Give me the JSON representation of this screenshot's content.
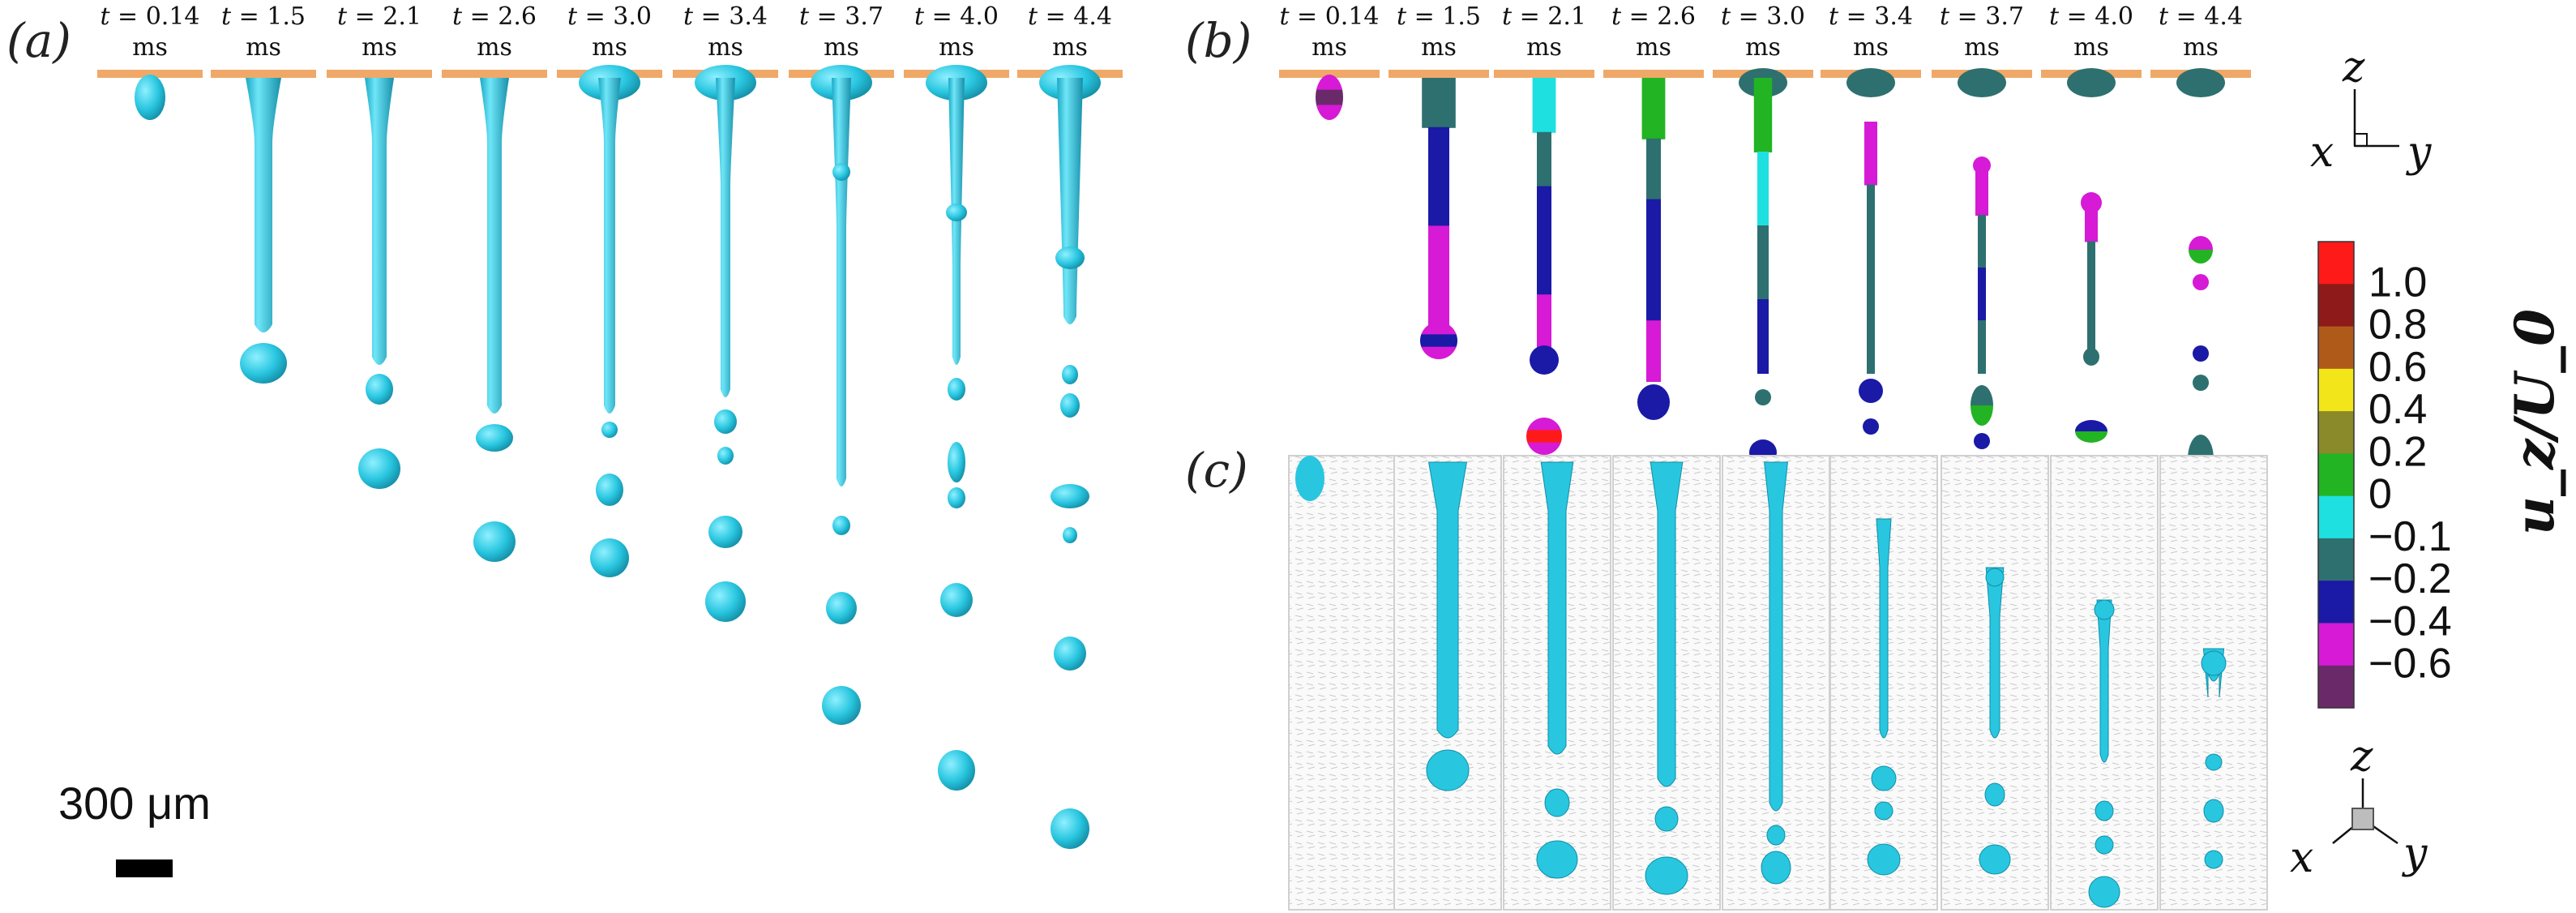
{
  "panels": {
    "a": "(a)",
    "b": "(b)",
    "c": "(c)"
  },
  "time_prefix": "t = ",
  "time_unit": "ms",
  "times": [
    "0.14",
    "1.5",
    "2.1",
    "2.6",
    "3.0",
    "3.4",
    "3.7",
    "4.0",
    "4.4"
  ],
  "colorbar": {
    "title": "u_z/U_0",
    "ticks": [
      "1.0",
      "0.8",
      "0.6",
      "0.4",
      "0.2",
      "0",
      "−0.1",
      "−0.2",
      "−0.4",
      "−0.6"
    ],
    "colors": [
      "#ff1a1a",
      "#8e1a1a",
      "#b05a1a",
      "#f2e61a",
      "#8a8a2a",
      "#22b422",
      "#1ee0e0",
      "#2e7070",
      "#1a1aa6",
      "#d61ad6",
      "#6a2a6a"
    ]
  },
  "axes": {
    "z": "z",
    "x": "x",
    "y": "y"
  },
  "scale_bar": "300 μm",
  "colors": {
    "droplet": "#29c6e0",
    "nozzle": "#f0a868",
    "background": "#ffffff"
  }
}
